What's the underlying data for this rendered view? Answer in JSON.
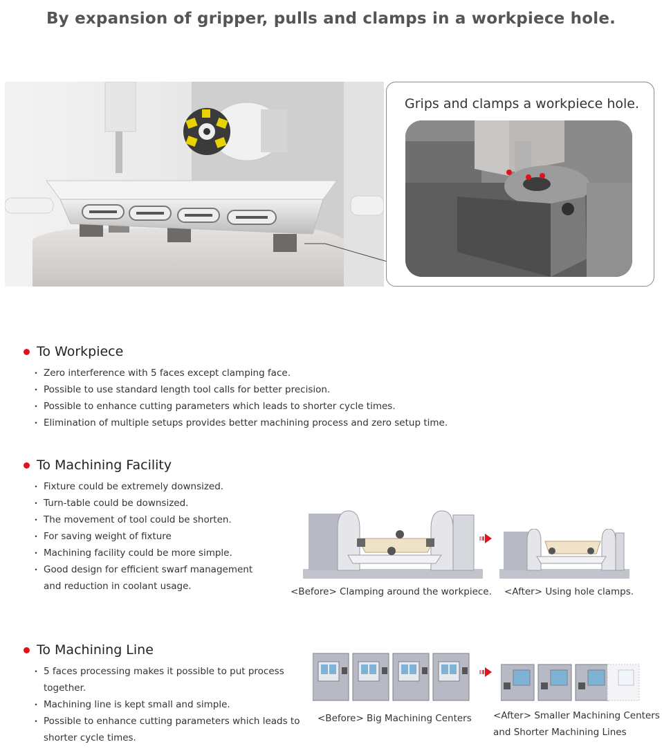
{
  "title": "By expansion of gripper, pulls and clamps in a workpiece hole.",
  "callout": {
    "title": "Grips and clamps a workpiece hole."
  },
  "sections": [
    {
      "heading": "To Workpiece",
      "items": [
        "Zero interference with 5 faces except clamping face.",
        "Possible to use standard length tool calls for better precision.",
        "Possible to enhance cutting parameters which leads to shorter cycle times.",
        "Elimination of multiple setups provides better machining process and zero setup time."
      ]
    },
    {
      "heading": "To Machining Facility",
      "items": [
        "Fixture could be extremely downsized.",
        "Turn-table could be downsized.",
        "The movement of tool could be shorten.",
        "For saving weight of fixture",
        "Machining facility could be more simple.",
        "Good design for efficient swarf management and reduction in coolant usage."
      ],
      "before_caption": "<Before> Clamping around the workpiece.",
      "after_caption": "<After> Using hole clamps."
    },
    {
      "heading": "To Machining Line",
      "items": [
        "5 faces processing makes it possible to put process together.",
        "Machining line is kept small and simple.",
        "Possible to enhance cutting parameters which leads to shorter cycle times."
      ],
      "before_caption": "<Before> Big Machining Centers",
      "after_caption_line1": "<After> Smaller Machining Centers",
      "after_caption_line2": "and Shorter Machining Lines"
    }
  ],
  "colors": {
    "accent_red": "#e0121b",
    "gold": "#e8d200",
    "machine_gray": "#b7b9c4"
  },
  "icons": {
    "bullet": "red-dot-icon",
    "transition": "red-arrow-icon"
  }
}
